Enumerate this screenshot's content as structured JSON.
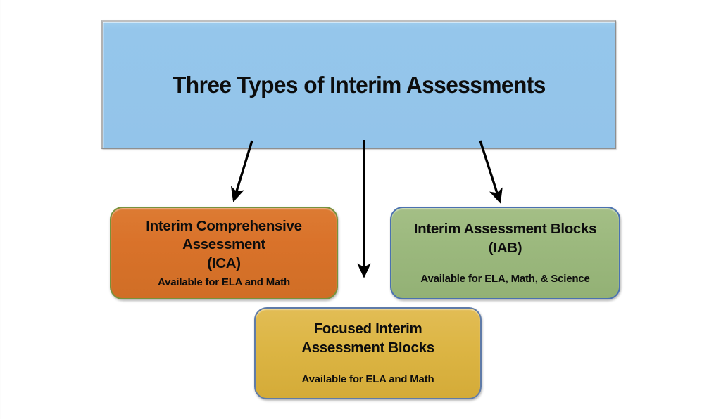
{
  "diagram": {
    "title_box": {
      "text": "Three Types of Interim Assessments",
      "fill_color": "#93c4ea",
      "border_color": "#a6a6a6"
    },
    "nodes": [
      {
        "id": "ica",
        "name": "interim-comprehensive-assessment",
        "line1": "Interim Comprehensive",
        "line2": "Assessment",
        "line3": "(ICA)",
        "availability": "Available for ELA and Math",
        "fill_color": "#d9722a",
        "border_color": "#77923c"
      },
      {
        "id": "iab",
        "name": "interim-assessment-blocks",
        "line1": "Interim Assessment Blocks",
        "line2": "(IAB)",
        "availability": "Available for ELA, Math, & Science",
        "fill_color": "#9bb87d",
        "border_color": "#4a71b0"
      },
      {
        "id": "fiab",
        "name": "focused-interim-assessment-blocks",
        "line1": "Focused Interim",
        "line2": "Assessment Blocks",
        "availability": "Available for ELA and Math",
        "fill_color": "#dcb544",
        "border_color": "#5f7ba8"
      }
    ],
    "connectors": [
      {
        "name": "arrow-title-to-ica",
        "from": "title_box",
        "to": "ica",
        "style": "diagonal-left"
      },
      {
        "name": "arrow-title-to-fiab",
        "from": "title_box",
        "to": "fiab",
        "style": "vertical"
      },
      {
        "name": "arrow-title-to-iab",
        "from": "title_box",
        "to": "iab",
        "style": "diagonal-right"
      }
    ],
    "arrow_color": "#000000",
    "background_color": "#ffffff"
  }
}
